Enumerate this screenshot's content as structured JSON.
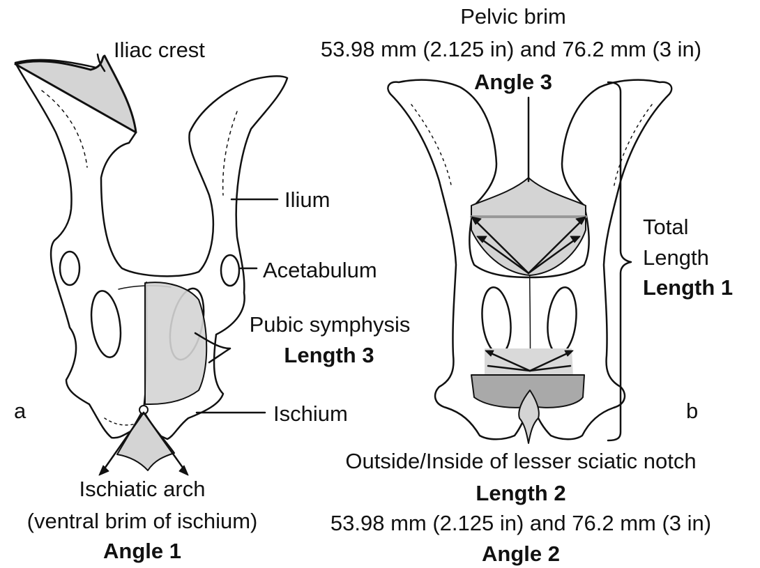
{
  "panels": {
    "a": {
      "letter": "a",
      "labels": {
        "iliac_crest": "Iliac crest",
        "ilium": "Ilium",
        "acetabulum": "Acetabulum",
        "pubic_symphysis": "Pubic symphysis",
        "pubic_length": "Length 3",
        "ischium": "Ischium",
        "ischiatic_arch": "Ischiatic arch",
        "ischiatic_arch_note": "(ventral brim of ischium)",
        "angle": "Angle 1"
      }
    },
    "b": {
      "letter": "b",
      "labels": {
        "pelvic_brim": "Pelvic brim",
        "brim_depths": "53.98 mm (2.125 in) and 76.2 mm (3 in)",
        "brim_angle": "Angle 3",
        "total": "Total",
        "length_word": "Length",
        "length_1": "Length 1",
        "sciatic_notch": "Outside/Inside of lesser sciatic notch",
        "length_2": "Length 2",
        "notch_depths": "53.98 mm (2.125 in) and 76.2 mm (3 in)",
        "notch_angle": "Angle 2"
      }
    }
  },
  "colors": {
    "outline": "#111111",
    "shading": "#d4d4d4",
    "shading_dark": "#a9a9a9"
  }
}
